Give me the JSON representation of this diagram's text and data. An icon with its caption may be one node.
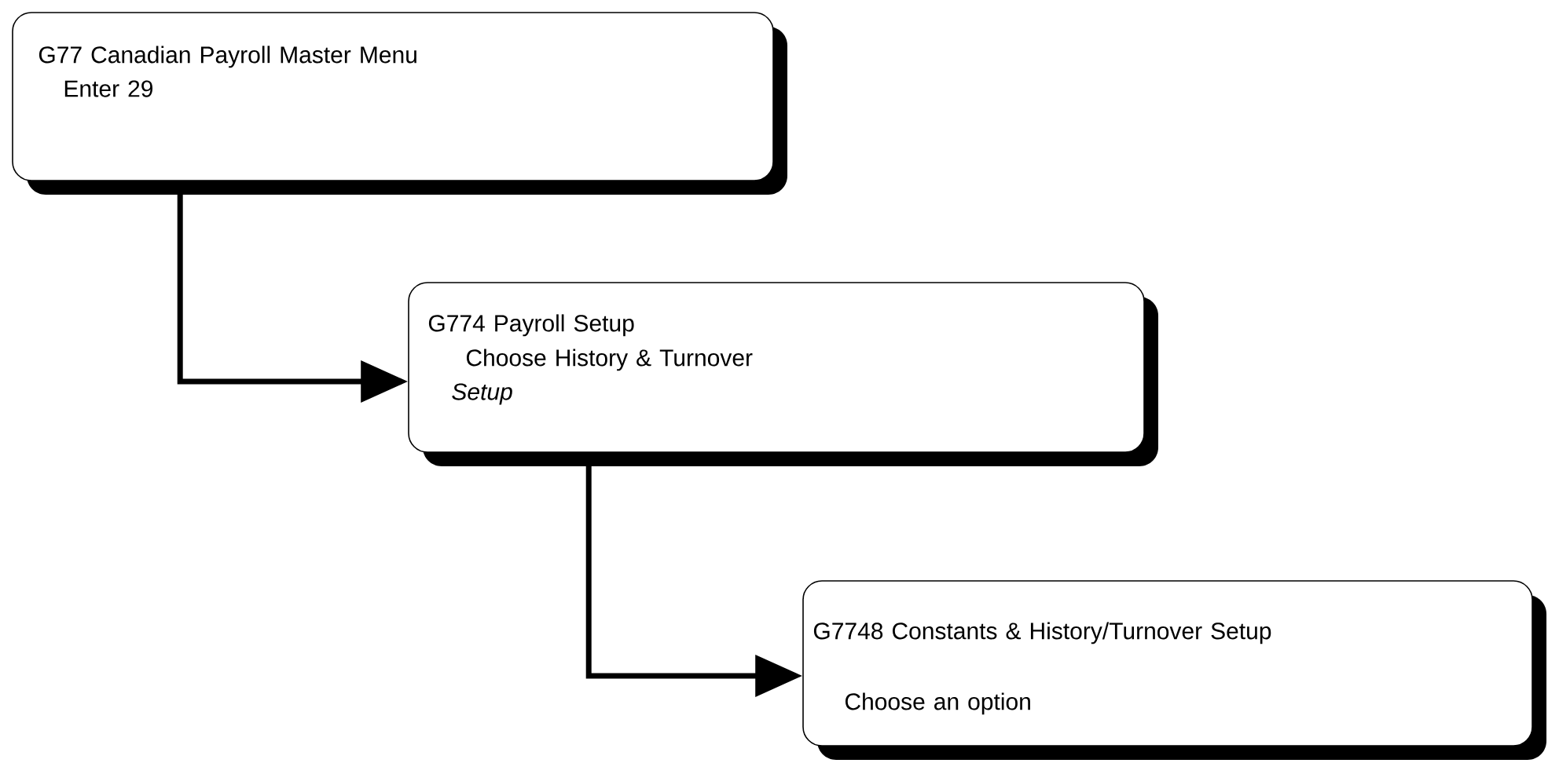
{
  "diagram": {
    "nodes": [
      {
        "text": [
          "G77 Canadian Payroll Master Menu",
          "Enter 29"
        ]
      },
      {
        "text": [
          "G774 Payroll Setup",
          "Choose History & Turnover",
          "Setup"
        ]
      },
      {
        "text": [
          "G7748 Constants & History/Turnover Setup",
          "Choose an option"
        ]
      }
    ],
    "edges": [
      {
        "from": 0,
        "to": 1,
        "arrow": "to"
      },
      {
        "from": 1,
        "to": 2,
        "arrow": "to"
      }
    ]
  }
}
